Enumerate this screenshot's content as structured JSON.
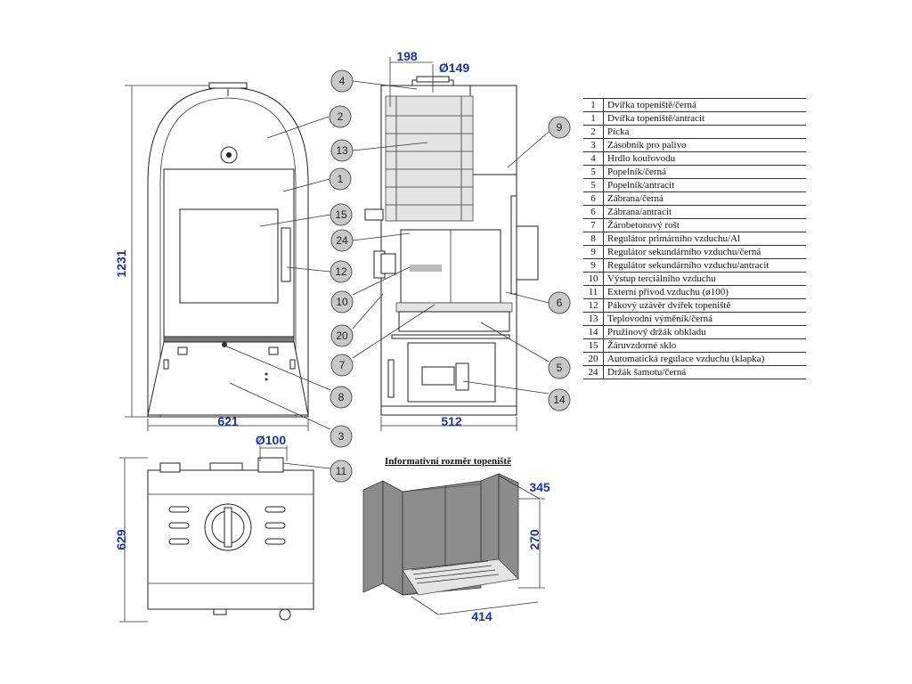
{
  "dimensions": {
    "front_height": "1231",
    "front_width": "621",
    "side_width": "512",
    "flue_offset": "198",
    "flue_diameter": "Ø149",
    "top_depth": "629",
    "air_inlet_diameter": "Ø100",
    "firebox_depth": "345",
    "firebox_height": "270",
    "firebox_width": "414"
  },
  "firebox_title": "Informativní rozměr topeniště",
  "callouts": [
    "4",
    "2",
    "13",
    "1",
    "15",
    "24",
    "12",
    "10",
    "20",
    "7",
    "8",
    "3",
    "9",
    "6",
    "5",
    "14",
    "11"
  ],
  "legend": [
    {
      "num": "1",
      "text": "Dvířka topeniště/černá"
    },
    {
      "num": "1",
      "text": "Dvířka topeniště/antracit"
    },
    {
      "num": "2",
      "text": "Pícka"
    },
    {
      "num": "3",
      "text": "Zásobník pro palivo"
    },
    {
      "num": "4",
      "text": "Hrdlo kouřovodu"
    },
    {
      "num": "5",
      "text": "Popelník/černá"
    },
    {
      "num": "5",
      "text": "Popelník/antracit"
    },
    {
      "num": "6",
      "text": "Zábrana/černá"
    },
    {
      "num": "6",
      "text": "Zábrana/antracit"
    },
    {
      "num": "7",
      "text": "Žárobetonový rošt"
    },
    {
      "num": "8",
      "text": "Regulátor primárního vzduchu/Al"
    },
    {
      "num": "9",
      "text": "Regulátor sekundárního vzduchu/černá"
    },
    {
      "num": "9",
      "text": "Regulátor sekundárního vzduchu/antracit"
    },
    {
      "num": "10",
      "text": "Výstup terciálního vzduchu"
    },
    {
      "num": "11",
      "text": "Externí přívod vzduchu (ø100)"
    },
    {
      "num": "12",
      "text": "Pákový uzávěr dvířek topeniště"
    },
    {
      "num": "13",
      "text": "Teplovodní výměník/černá"
    },
    {
      "num": "14",
      "text": "Pružinový držák obkladu"
    },
    {
      "num": "15",
      "text": "Žáruvzdorné sklo"
    },
    {
      "num": "20",
      "text": "Automatická regulace vzduchu (klapka)"
    },
    {
      "num": "24",
      "text": "Držák šamotu/černá"
    }
  ]
}
